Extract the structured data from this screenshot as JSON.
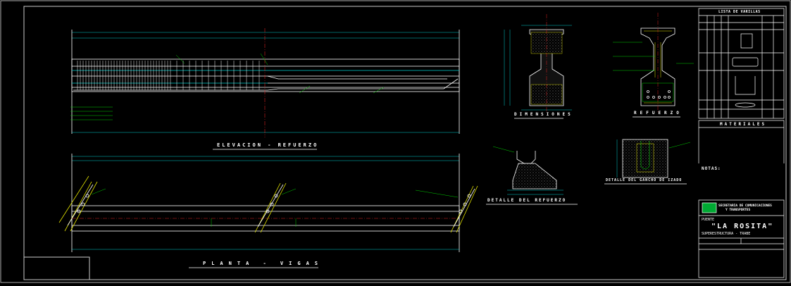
{
  "drawing": {
    "elevation_title": "ELEVACION - REFUERZO",
    "plan_title": "PLANTA - VIGAS",
    "dimensions_title": "DIMENSIONES",
    "reinforcement_title": "REFUERZO",
    "support_detail_title": "DETALLE DEL REFUERZO",
    "lifting_hook_title": "DETALLE DEL GANCHO DE IZADO"
  },
  "schedule": {
    "title": "LISTA DE VARILLAS",
    "materials_title": "MATERIALES",
    "notes_title": "NOTAS:"
  },
  "title_block": {
    "agency_line1": "SECRETARIA DE COMUNICACIONES",
    "agency_line2": "Y TRANSPORTES",
    "project_label": "PUENTE",
    "project_name": "\"LA ROSITA\"",
    "subtitle": "SUPERESTRUCTURA - TRABE"
  },
  "colors": {
    "background": "#000000",
    "line": "#ffffff",
    "accent_green": "#00cc00",
    "accent_yellow": "#e6e600",
    "accent_cyan": "#00cccc",
    "accent_red": "#dd2222"
  }
}
